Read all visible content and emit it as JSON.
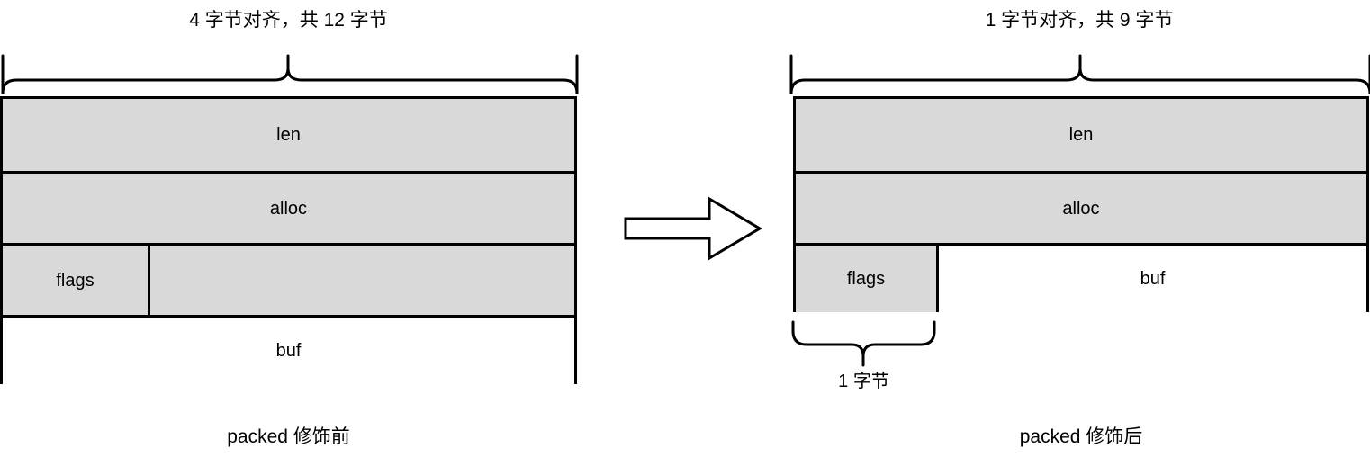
{
  "page": {
    "background": "#ffffff",
    "line_color": "#000000",
    "fill_gray": "#d9d9d9",
    "fill_white": "#ffffff"
  },
  "left_diagram": {
    "title": "4 字节对齐，共 12 字节",
    "caption": "packed 修饰前",
    "rows": [
      {
        "cells": [
          {
            "label": "len",
            "fill": "gray",
            "span": "full"
          }
        ]
      },
      {
        "cells": [
          {
            "label": "alloc",
            "fill": "gray",
            "span": "full"
          }
        ]
      },
      {
        "cells": [
          {
            "label": "flags",
            "fill": "gray",
            "span": "narrow"
          },
          {
            "label": "",
            "fill": "gray",
            "span": "wide"
          }
        ]
      },
      {
        "cells": [
          {
            "label": "buf",
            "fill": "white",
            "span": "full"
          }
        ]
      }
    ]
  },
  "right_diagram": {
    "title": "1 字节对齐，共 9 字节",
    "caption": "packed 修饰后",
    "byte_label": "1 字节",
    "rows": [
      {
        "cells": [
          {
            "label": "len",
            "fill": "gray",
            "span": "full"
          }
        ]
      },
      {
        "cells": [
          {
            "label": "alloc",
            "fill": "gray",
            "span": "full"
          }
        ]
      },
      {
        "cells": [
          {
            "label": "flags",
            "fill": "gray",
            "span": "narrow"
          },
          {
            "label": "buf",
            "fill": "white",
            "span": "wide"
          }
        ]
      }
    ]
  },
  "arrow": {
    "name": "right-arrow",
    "direction": "right"
  }
}
